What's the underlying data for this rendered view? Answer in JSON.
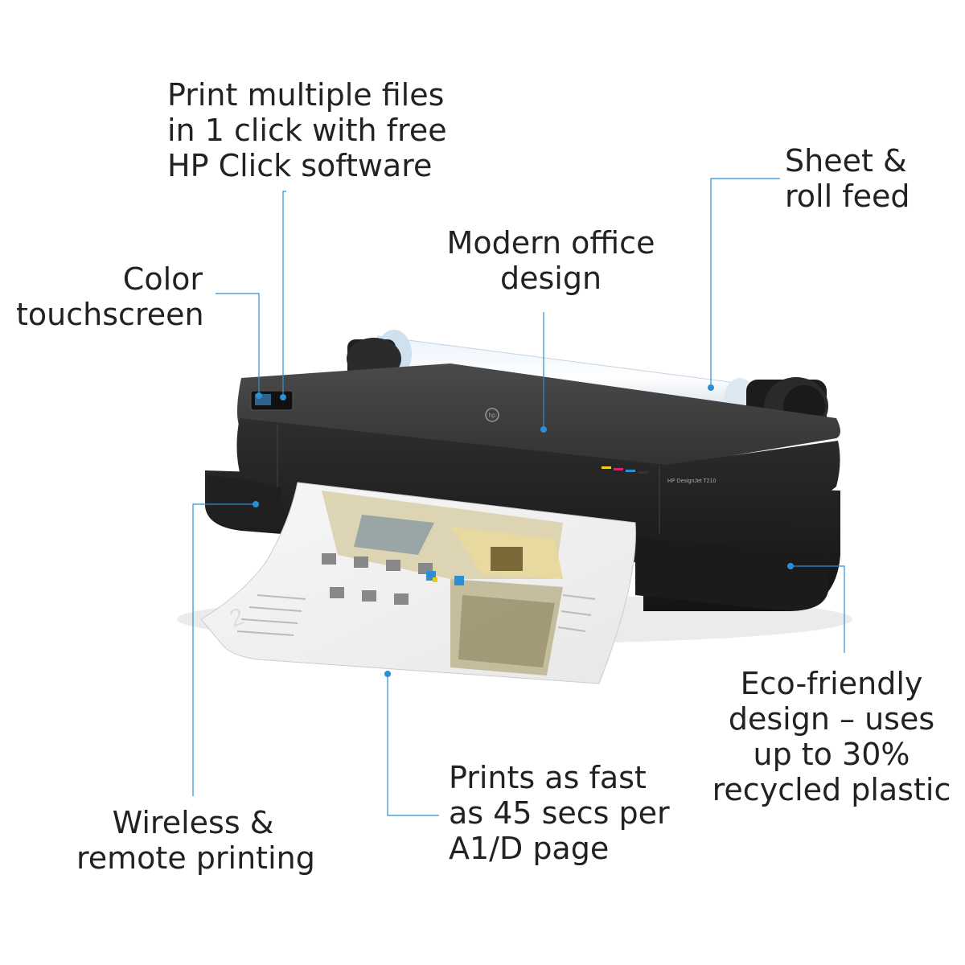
{
  "callouts": {
    "print_multiple": {
      "lines": [
        "Print multiple files",
        "in 1 click with free",
        "HP Click software"
      ]
    },
    "sheet_roll": {
      "lines": [
        "Sheet &",
        "roll feed"
      ]
    },
    "modern_office": {
      "lines": [
        "Modern office",
        "design"
      ]
    },
    "color_touch": {
      "lines": [
        "Color",
        "touchscreen"
      ]
    },
    "eco_friendly": {
      "lines": [
        "Eco-friendly",
        "design – uses",
        "up to 30%",
        "recycled plastic"
      ]
    },
    "prints_fast": {
      "lines": [
        "Prints as fast",
        "as 45 secs per",
        "A1/D page"
      ]
    },
    "wireless": {
      "lines": [
        "Wireless &",
        "remote printing"
      ]
    }
  },
  "printer": {
    "model_label": "HP DesignJet T210",
    "brand_mark": "hp"
  },
  "colors": {
    "accent_line": "#2b8fd6",
    "printer_body": "#2a2a2a",
    "printer_top": "#3b3b3b",
    "background": "#ffffff"
  }
}
